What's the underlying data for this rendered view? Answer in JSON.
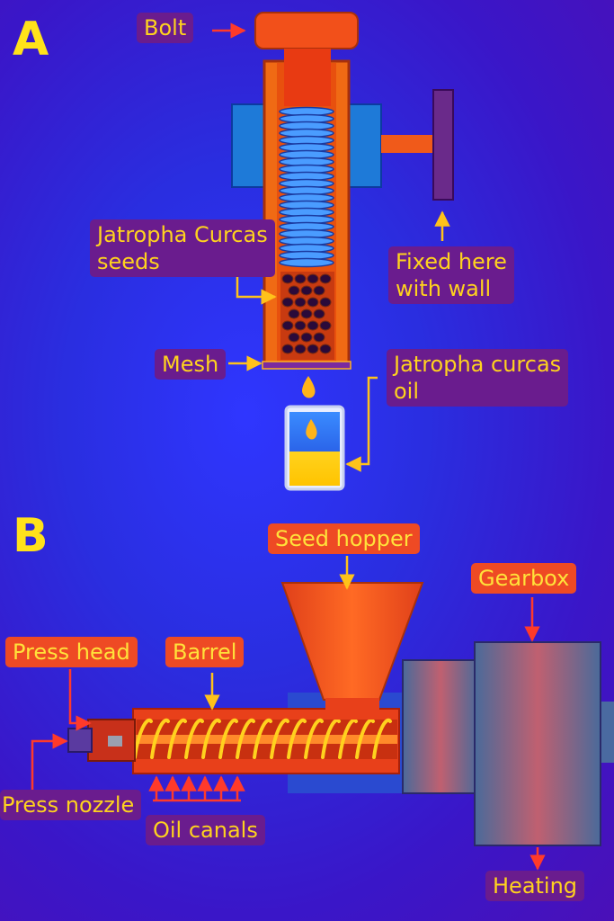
{
  "panels": {
    "a": "A",
    "b": "B"
  },
  "panel_a": {
    "bolt": "Bolt",
    "seeds_line1": "Jatropha Curcas",
    "seeds_line2": "seeds",
    "fixed_line1": "Fixed here",
    "fixed_line2": "with wall",
    "mesh": "Mesh",
    "oil_line1": "Jatropha curcas",
    "oil_line2": "oil"
  },
  "panel_b": {
    "seed_hopper": "Seed hopper",
    "gearbox": "Gearbox",
    "press_head": "Press head",
    "barrel": "Barrel",
    "press_nozzle": "Press nozzle",
    "oil_canals": "Oil canals",
    "heating": "Heating"
  },
  "colors": {
    "label_text": "#ffd21e",
    "label_bg_purple": "#6a1c8e",
    "label_bg_red": "#ee4a24",
    "press_body": "#f06a14",
    "screw_thread": "#4a9cff",
    "oil": "#ffd21e",
    "gearbox": "#9a6a8a",
    "arrow_red": "#ff3a2a",
    "arrow_yellow": "#ffc21a"
  },
  "icons": [
    "bolt-head",
    "screw-thread",
    "seed-cluster",
    "beaker",
    "oil-drop",
    "helical-screw",
    "hopper",
    "gearbox"
  ]
}
